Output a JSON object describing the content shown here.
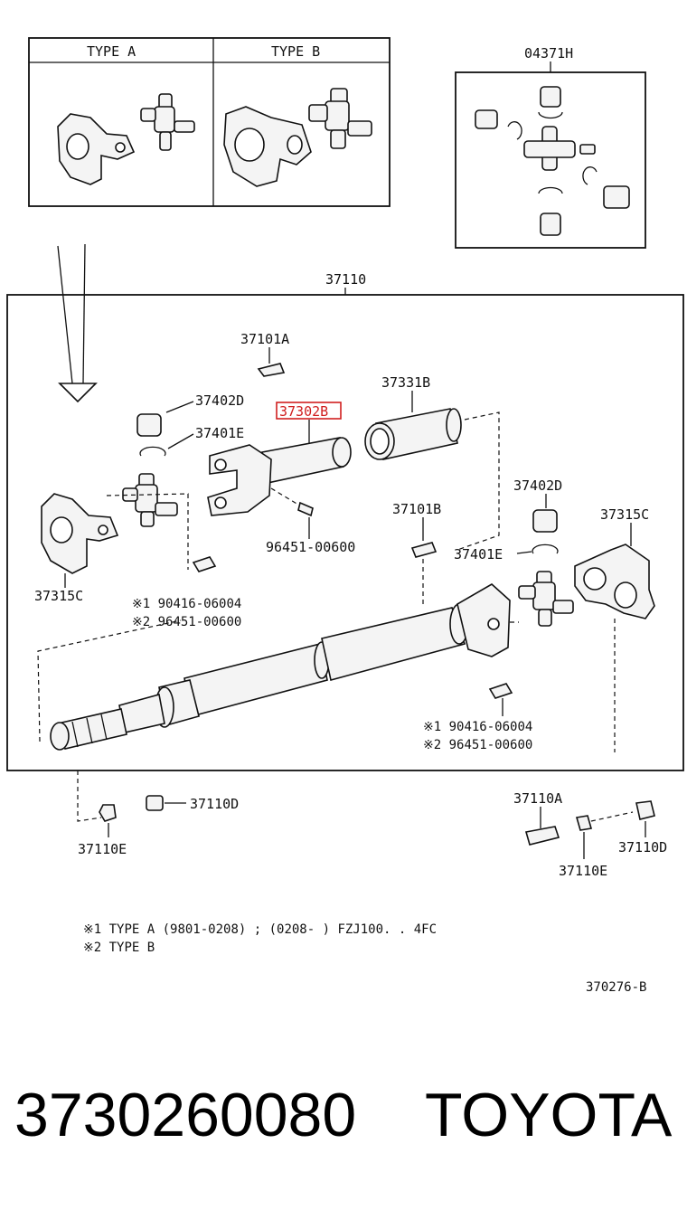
{
  "type_box": {
    "type_a": "TYPE  A",
    "type_b": "TYPE  B"
  },
  "parts": {
    "p04371h": "04371H",
    "p37110": "37110",
    "p37101a": "37101A",
    "p37402d_left": "37402D",
    "p37331b": "37331B",
    "p37302b": "37302B",
    "p37401e_left": "37401E",
    "p37402d_right": "37402D",
    "p96451_00600": "96451-00600",
    "p37101b": "37101B",
    "p37315c_right": "37315C",
    "p37401e_right": "37401E",
    "p37315c_left": "37315C",
    "p37110d_left": "37110D",
    "p37110a": "37110A",
    "p37110e_left": "37110E",
    "p37110d_right": "37110D",
    "p37110e_right": "37110E"
  },
  "notes_left": {
    "line1": "※1 90416-06004",
    "line2": "※2 96451-00600"
  },
  "notes_right": {
    "line1": "※1 90416-06004",
    "line2": "※2 96451-00600"
  },
  "footnotes": {
    "line1": "※1 TYPE  A  (9801-0208) ; (0208-      ) FZJ100. . 4FC",
    "line2": "※2 TYPE  B"
  },
  "diagram_code": "370276-B",
  "part_number": "3730260080",
  "brand": "TOYOTA",
  "highlight_color": "#d02020"
}
